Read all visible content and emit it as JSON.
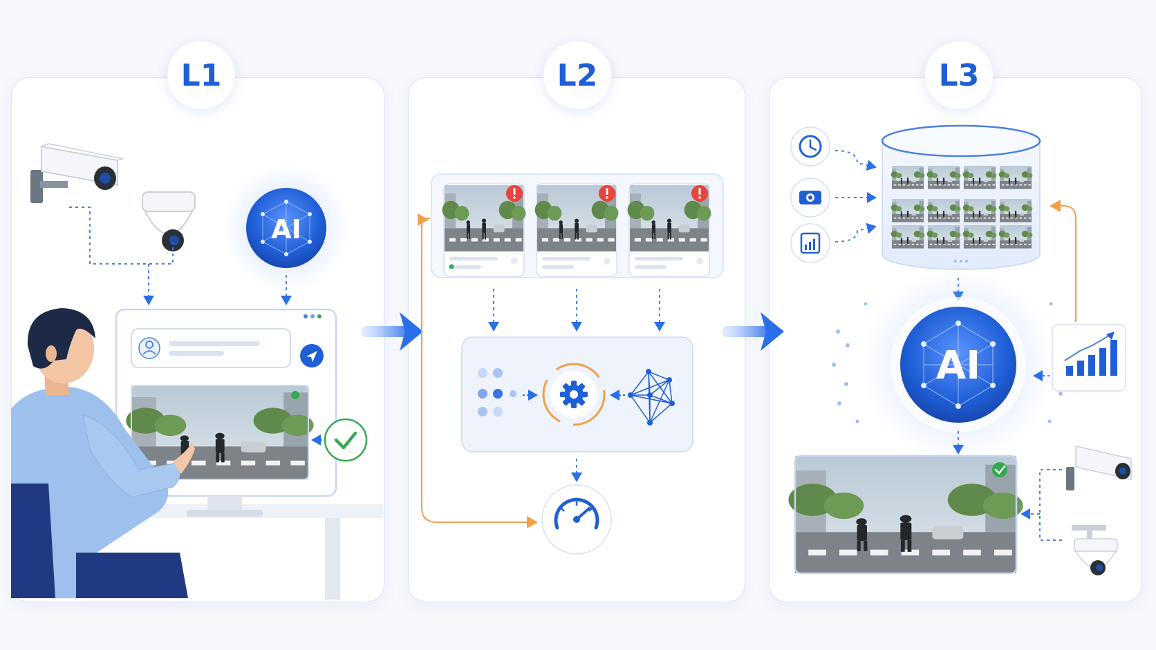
{
  "levels": {
    "l1": "L1",
    "l2": "L2",
    "l3": "L3"
  },
  "ai_label": "AI",
  "icons": {
    "bullet_camera": "bullet-camera-icon",
    "dome_camera": "dome-camera-icon",
    "user": "user-avatar-icon",
    "send": "send-icon",
    "check": "check-icon",
    "alert": "alert-icon",
    "gear": "gear-icon",
    "neural_network": "neural-network-icon",
    "speedometer": "speedometer-icon",
    "clock": "clock-icon",
    "camera": "camera-icon",
    "report": "report-chart-icon",
    "database": "database-icon",
    "bar_chart": "bar-chart-icon",
    "arrow_right": "arrow-right-icon"
  },
  "colors": {
    "primary": "#1f5fd6",
    "accent_orange": "#f0a04b",
    "alert": "#e8453c",
    "success": "#34a853",
    "panel_border": "#d7e2f3"
  }
}
